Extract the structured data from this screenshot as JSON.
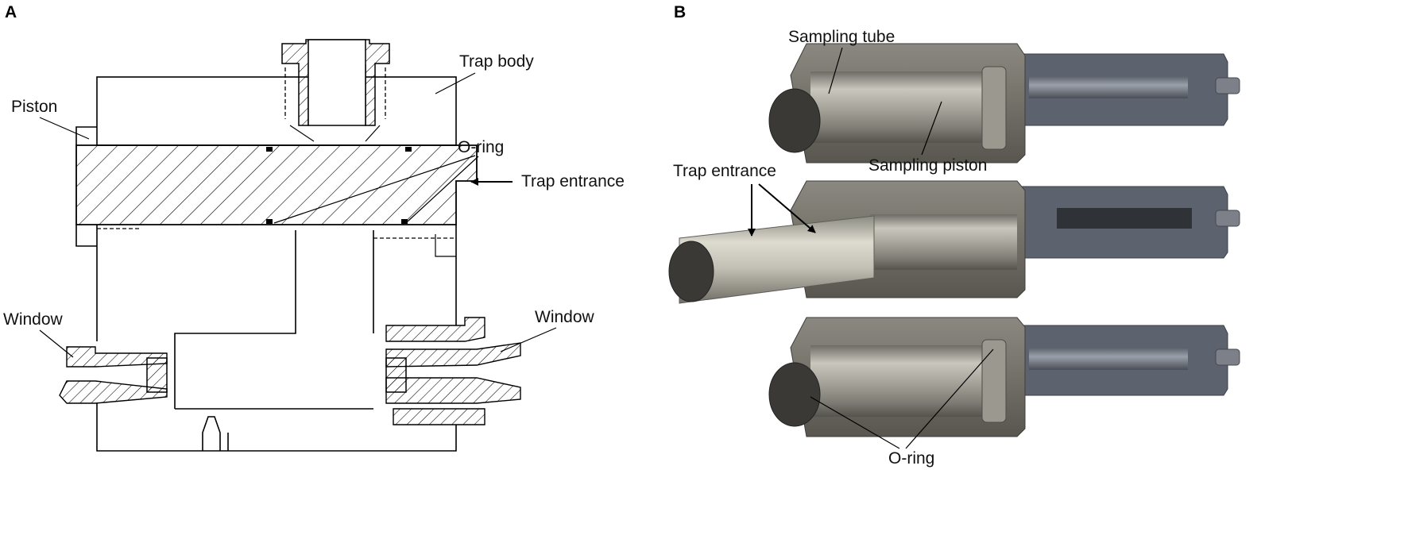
{
  "panels": {
    "a": {
      "letter": "A",
      "labels": {
        "trap_body": "Trap body",
        "piston": "Piston",
        "o_ring": "O-ring",
        "trap_entrance": "Trap entrance",
        "window_left": "Window",
        "window_right": "Window"
      }
    },
    "b": {
      "letter": "B",
      "labels": {
        "sampling_tube": "Sampling tube",
        "sampling_piston": "Sampling piston",
        "trap_entrance": "Trap entrance",
        "o_ring": "O-ring"
      }
    }
  }
}
